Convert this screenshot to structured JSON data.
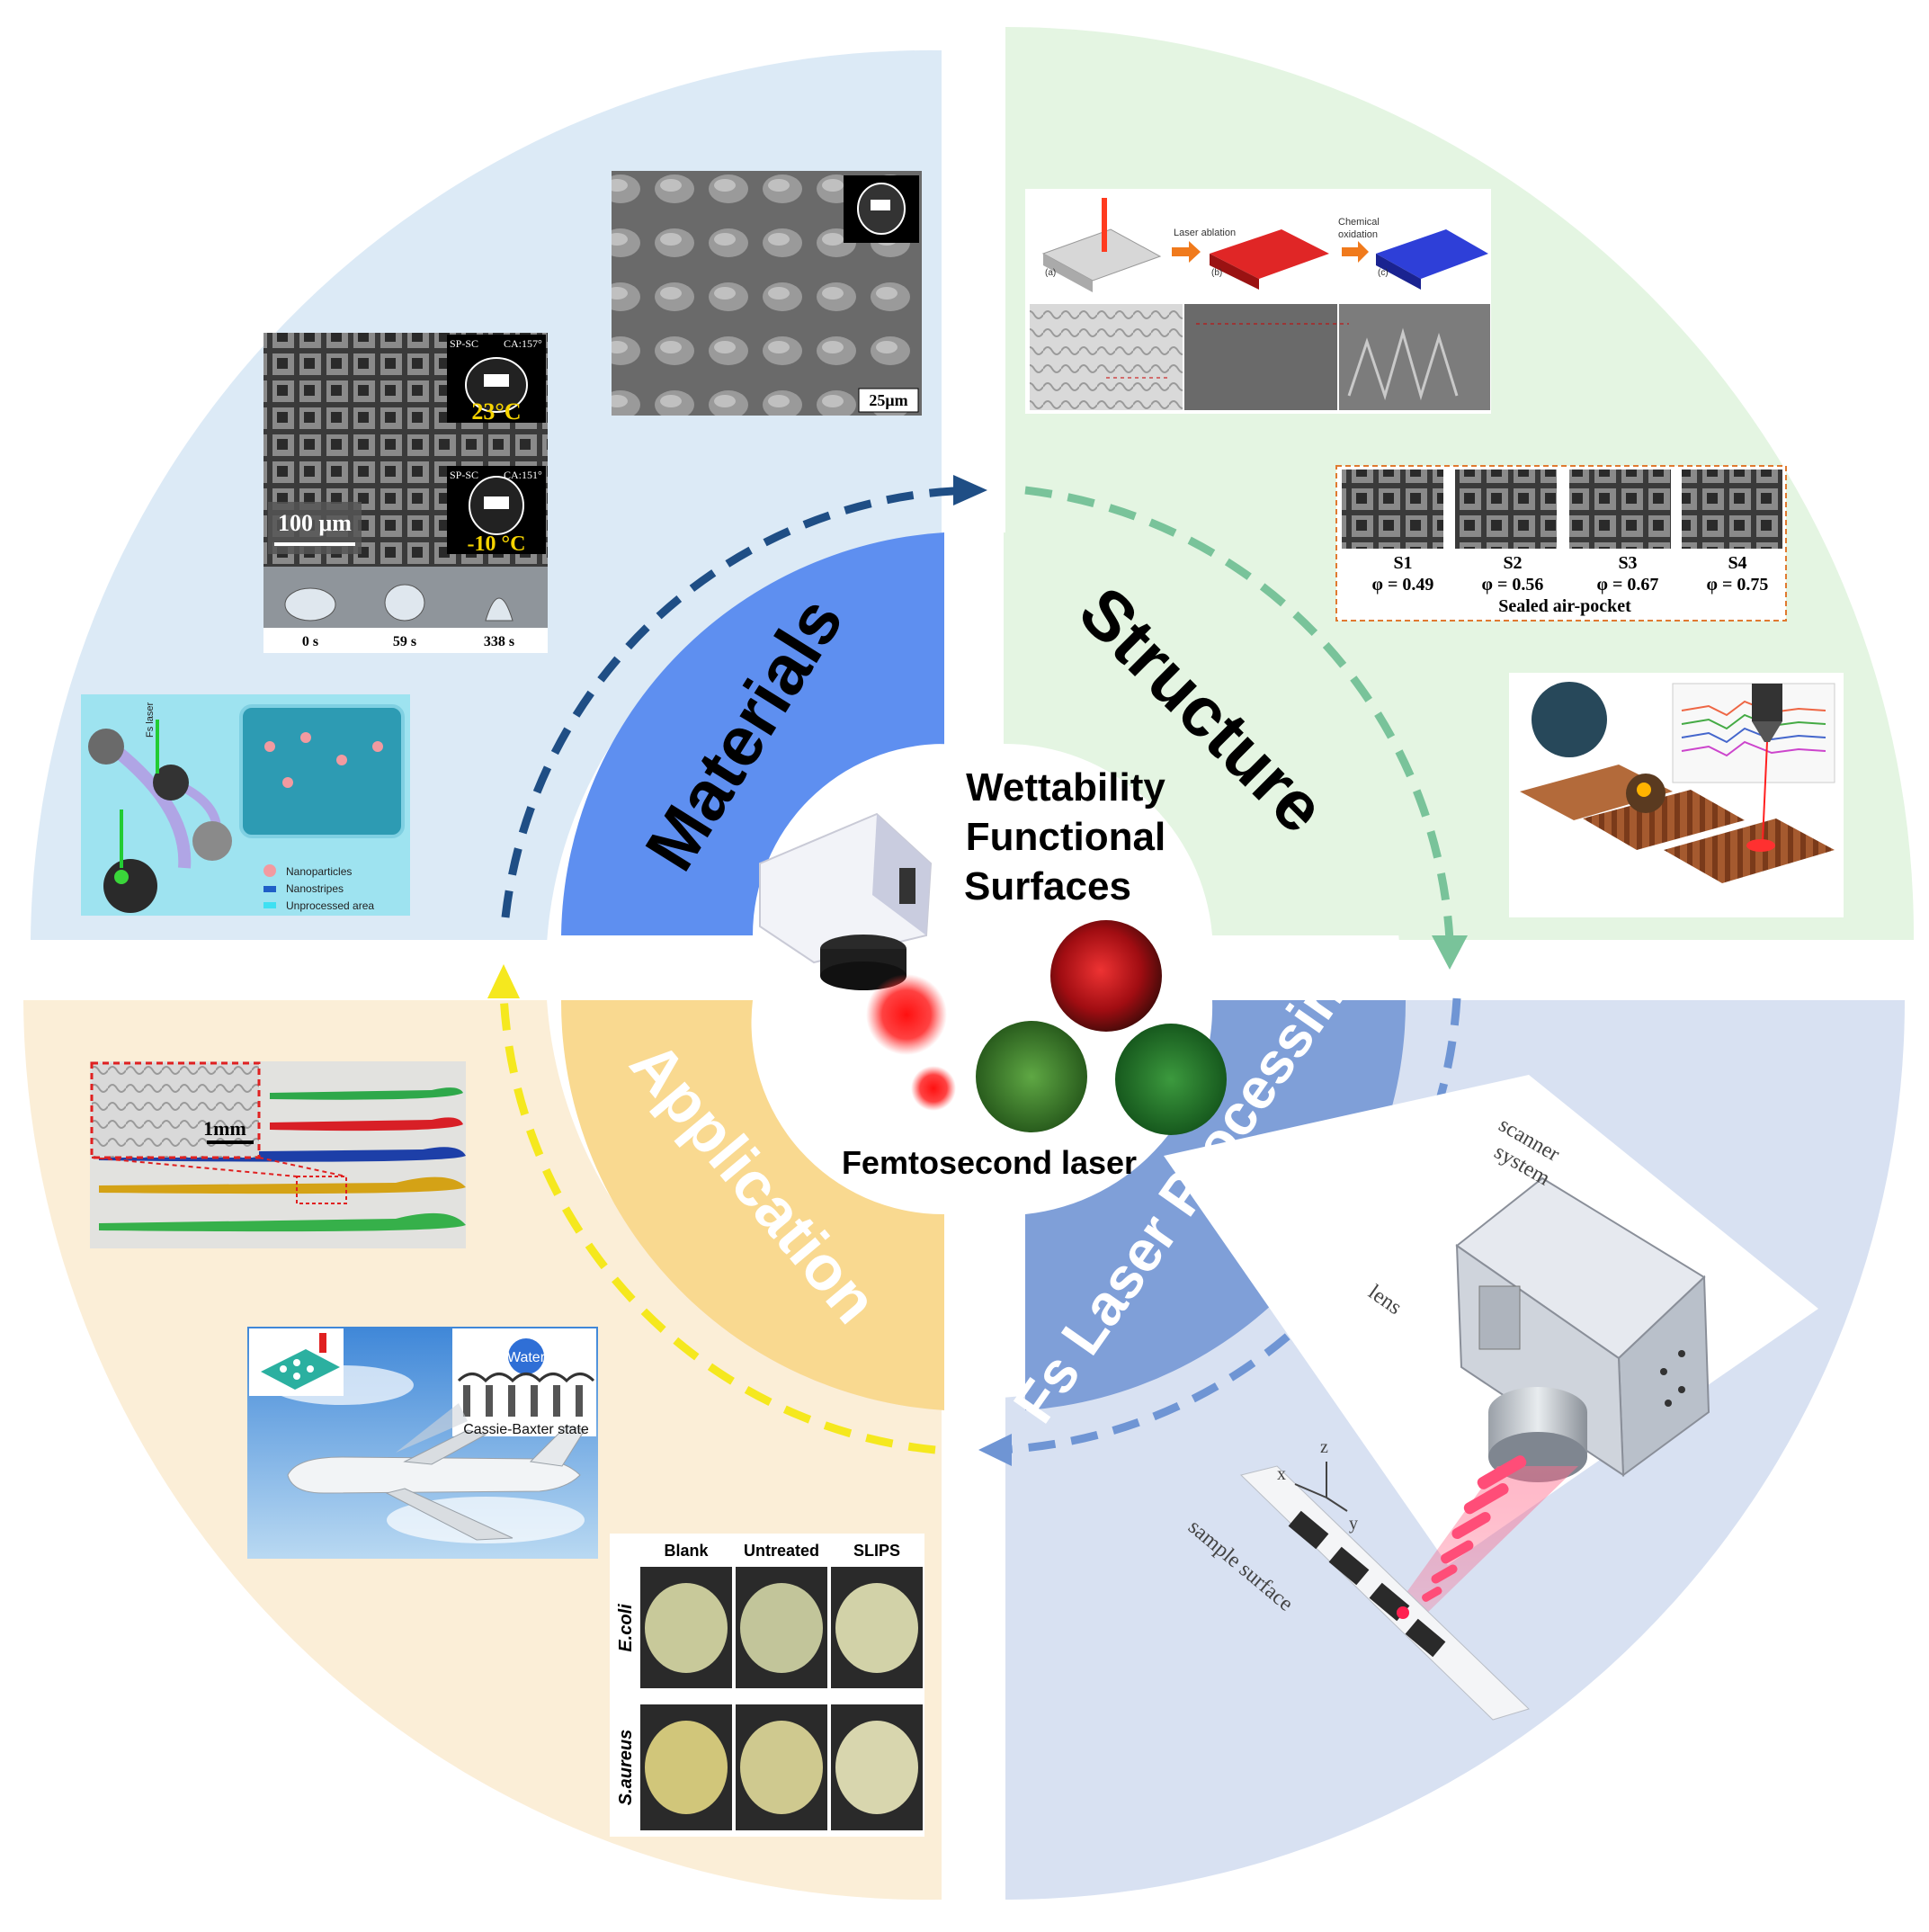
{
  "center": {
    "title_lines": [
      "Wettability",
      "Functional",
      "Surfaces"
    ],
    "caption": "Femtosecond laser"
  },
  "ring": {
    "materials": "Materials",
    "structure": "Structure",
    "processing": "Fs Laser Processing",
    "application": "Application"
  },
  "colors": {
    "quadrant_tl": "#dceaf6",
    "quadrant_tr": "#e4f5e2",
    "quadrant_br": "#d8e1f2",
    "quadrant_bl": "#fbeed7",
    "materials_band": "#5e8ff0",
    "structure_band": "#e4f5e2",
    "processing_band": "#7f9fd8",
    "application_band": "#f9d990",
    "arrow_navy": "#1f4e85",
    "arrow_green": "#79c39a",
    "arrow_blue": "#6f95d4",
    "arrow_yellow": "#f5e81e"
  },
  "materials_panel": {
    "sem1": {
      "tag_top": "SP-SC",
      "ca_top": "CA:157°",
      "temp_top": "23°C",
      "tag_bottom": "SP-SC",
      "ca_bottom": "CA:151°",
      "temp_bottom": "-10 °C",
      "scale": "100 μm"
    },
    "droplet_times": [
      "0 s",
      "59 s",
      "338 s"
    ],
    "sem2_scale": "25μm",
    "np_diagram": {
      "laser_label": "Fs laser",
      "legend": [
        "Nanoparticles",
        "Nanostripes",
        "Unprocessed area"
      ]
    }
  },
  "structure_panel": {
    "process": {
      "step1": "Laser ablation",
      "step2a": "Chemical",
      "step2b": "oxidation",
      "labels": [
        "(a)",
        "(b)",
        "(c)"
      ]
    },
    "samples": [
      {
        "name": "S1",
        "phi": "φ = 0.49"
      },
      {
        "name": "S2",
        "phi": "φ = 0.56"
      },
      {
        "name": "S3",
        "phi": "φ = 0.67"
      },
      {
        "name": "S4",
        "phi": "φ = 0.75"
      }
    ],
    "samples_caption": "Sealed air-pocket"
  },
  "processing_panel": {
    "scanner_line1": "scanner",
    "scanner_line2": "system",
    "lens": "lens",
    "sample": "sample surface",
    "axes": [
      "x",
      "y",
      "z"
    ]
  },
  "application_panel": {
    "scale": "1mm",
    "water": "Water",
    "cassie": "Cassie-Baxter state",
    "dish_cols": [
      "Blank",
      "Untreated",
      "SLIPS"
    ],
    "dish_rows": [
      "E.coli",
      "S.aureus"
    ]
  }
}
